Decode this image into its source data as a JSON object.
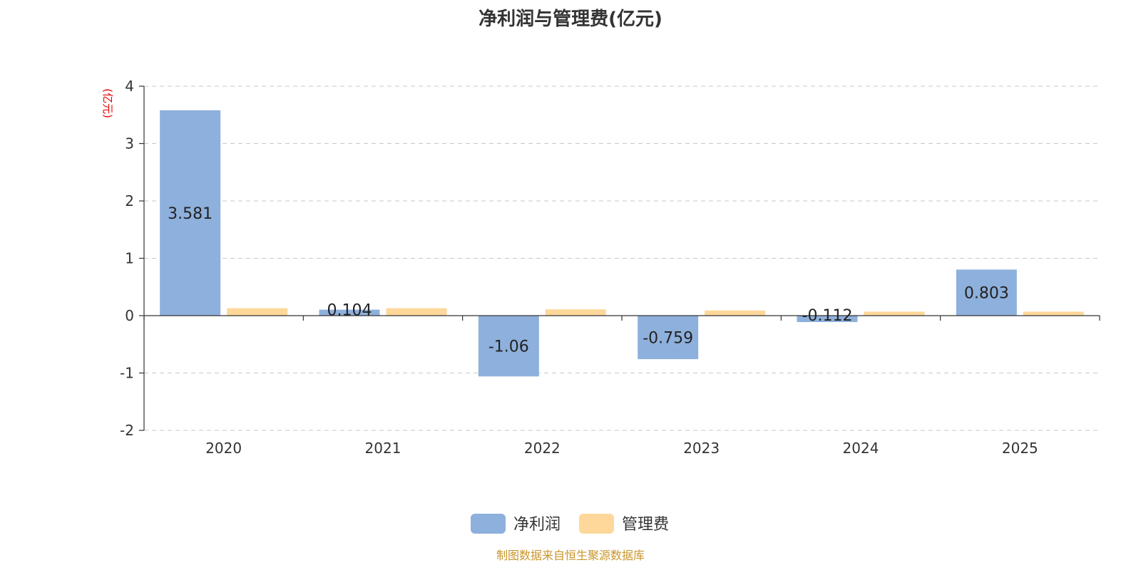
{
  "chart_data": {
    "type": "bar",
    "title": "净利润与管理费(亿元)",
    "ylabel": "(亿元)",
    "xlabel": "",
    "categories": [
      "2020",
      "2021",
      "2022",
      "2023",
      "2024",
      "2025"
    ],
    "series": [
      {
        "name": "净利润",
        "color": "#8eb0dc",
        "values": [
          3.581,
          0.104,
          -1.06,
          -0.759,
          -0.112,
          0.803
        ],
        "labels": [
          "3.581",
          "0.104",
          "-1.06",
          "-0.759",
          "-0.112",
          "0.803"
        ]
      },
      {
        "name": "管理费",
        "color": "#fdd89a",
        "values": [
          0.13,
          0.13,
          0.11,
          0.09,
          0.07,
          0.07
        ]
      }
    ],
    "ylim": [
      -2,
      4
    ],
    "yticks": [
      "4",
      "3",
      "2",
      "1",
      "0",
      "-1",
      "-2"
    ],
    "grid": true,
    "legend_position": "bottom"
  },
  "footer": {
    "source": "制图数据来自恒生聚源数据库"
  }
}
